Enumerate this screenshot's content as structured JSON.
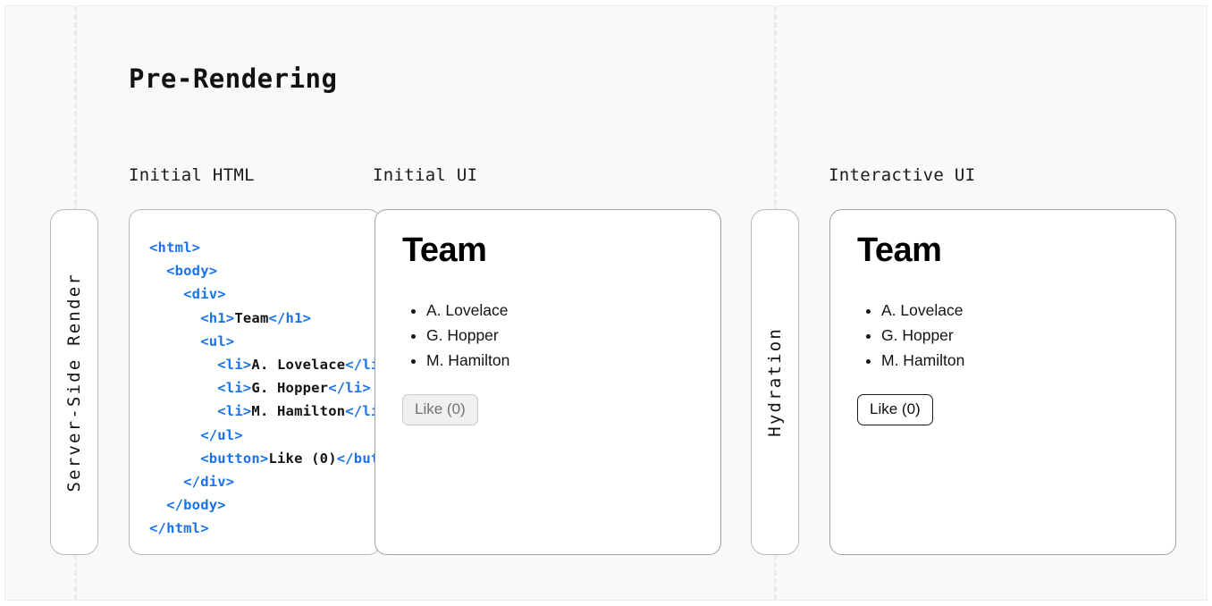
{
  "section": {
    "title": "Pre-Rendering"
  },
  "captions": {
    "initial_html": "Initial HTML",
    "initial_ui": "Initial UI",
    "interactive_ui": "Interactive UI"
  },
  "phases": {
    "server_side_render": "Server-Side Render",
    "hydration": "Hydration"
  },
  "code": {
    "lines": [
      [
        {
          "t": "tag",
          "v": "<html>"
        }
      ],
      [
        {
          "t": "plain",
          "v": "  "
        },
        {
          "t": "tag",
          "v": "<body>"
        }
      ],
      [
        {
          "t": "plain",
          "v": "    "
        },
        {
          "t": "tag",
          "v": "<div>"
        }
      ],
      [
        {
          "t": "plain",
          "v": "      "
        },
        {
          "t": "tag",
          "v": "<h1>"
        },
        {
          "t": "text",
          "v": "Team"
        },
        {
          "t": "tag",
          "v": "</h1>"
        }
      ],
      [
        {
          "t": "plain",
          "v": "      "
        },
        {
          "t": "tag",
          "v": "<ul>"
        }
      ],
      [
        {
          "t": "plain",
          "v": "        "
        },
        {
          "t": "tag",
          "v": "<li>"
        },
        {
          "t": "text",
          "v": "A. Lovelace"
        },
        {
          "t": "tag",
          "v": "</li>"
        }
      ],
      [
        {
          "t": "plain",
          "v": "        "
        },
        {
          "t": "tag",
          "v": "<li>"
        },
        {
          "t": "text",
          "v": "G. Hopper"
        },
        {
          "t": "tag",
          "v": "</li>"
        }
      ],
      [
        {
          "t": "plain",
          "v": "        "
        },
        {
          "t": "tag",
          "v": "<li>"
        },
        {
          "t": "text",
          "v": "M. Hamilton"
        },
        {
          "t": "tag",
          "v": "</li>"
        }
      ],
      [
        {
          "t": "plain",
          "v": "      "
        },
        {
          "t": "tag",
          "v": "</ul>"
        }
      ],
      [
        {
          "t": "plain",
          "v": "      "
        },
        {
          "t": "tag",
          "v": "<button>"
        },
        {
          "t": "text",
          "v": "Like (0)"
        },
        {
          "t": "tag",
          "v": "</button>"
        }
      ],
      [
        {
          "t": "plain",
          "v": "    "
        },
        {
          "t": "tag",
          "v": "</div>"
        }
      ],
      [
        {
          "t": "plain",
          "v": "  "
        },
        {
          "t": "tag",
          "v": "</body>"
        }
      ],
      [
        {
          "t": "tag",
          "v": "</html>"
        }
      ]
    ]
  },
  "preview_initial": {
    "heading": "Team",
    "members": [
      "A. Lovelace",
      "G. Hopper",
      "M. Hamilton"
    ],
    "button_label": "Like (0)",
    "button_state": "disabled"
  },
  "preview_interactive": {
    "heading": "Team",
    "members": [
      "A. Lovelace",
      "G. Hopper",
      "M. Hamilton"
    ],
    "button_label": "Like (0)",
    "button_state": "enabled"
  },
  "colors": {
    "canvas_bg": "#f9f9f9",
    "card_border": "#b6b8bb",
    "preview_card_border": "#9fa1a4",
    "syntax_tag": "#1a73e8",
    "syntax_text": "#121315",
    "divider_dash": "#e9eaeb",
    "disabled_button_bg": "#efefef",
    "disabled_button_text": "#6f7174"
  }
}
